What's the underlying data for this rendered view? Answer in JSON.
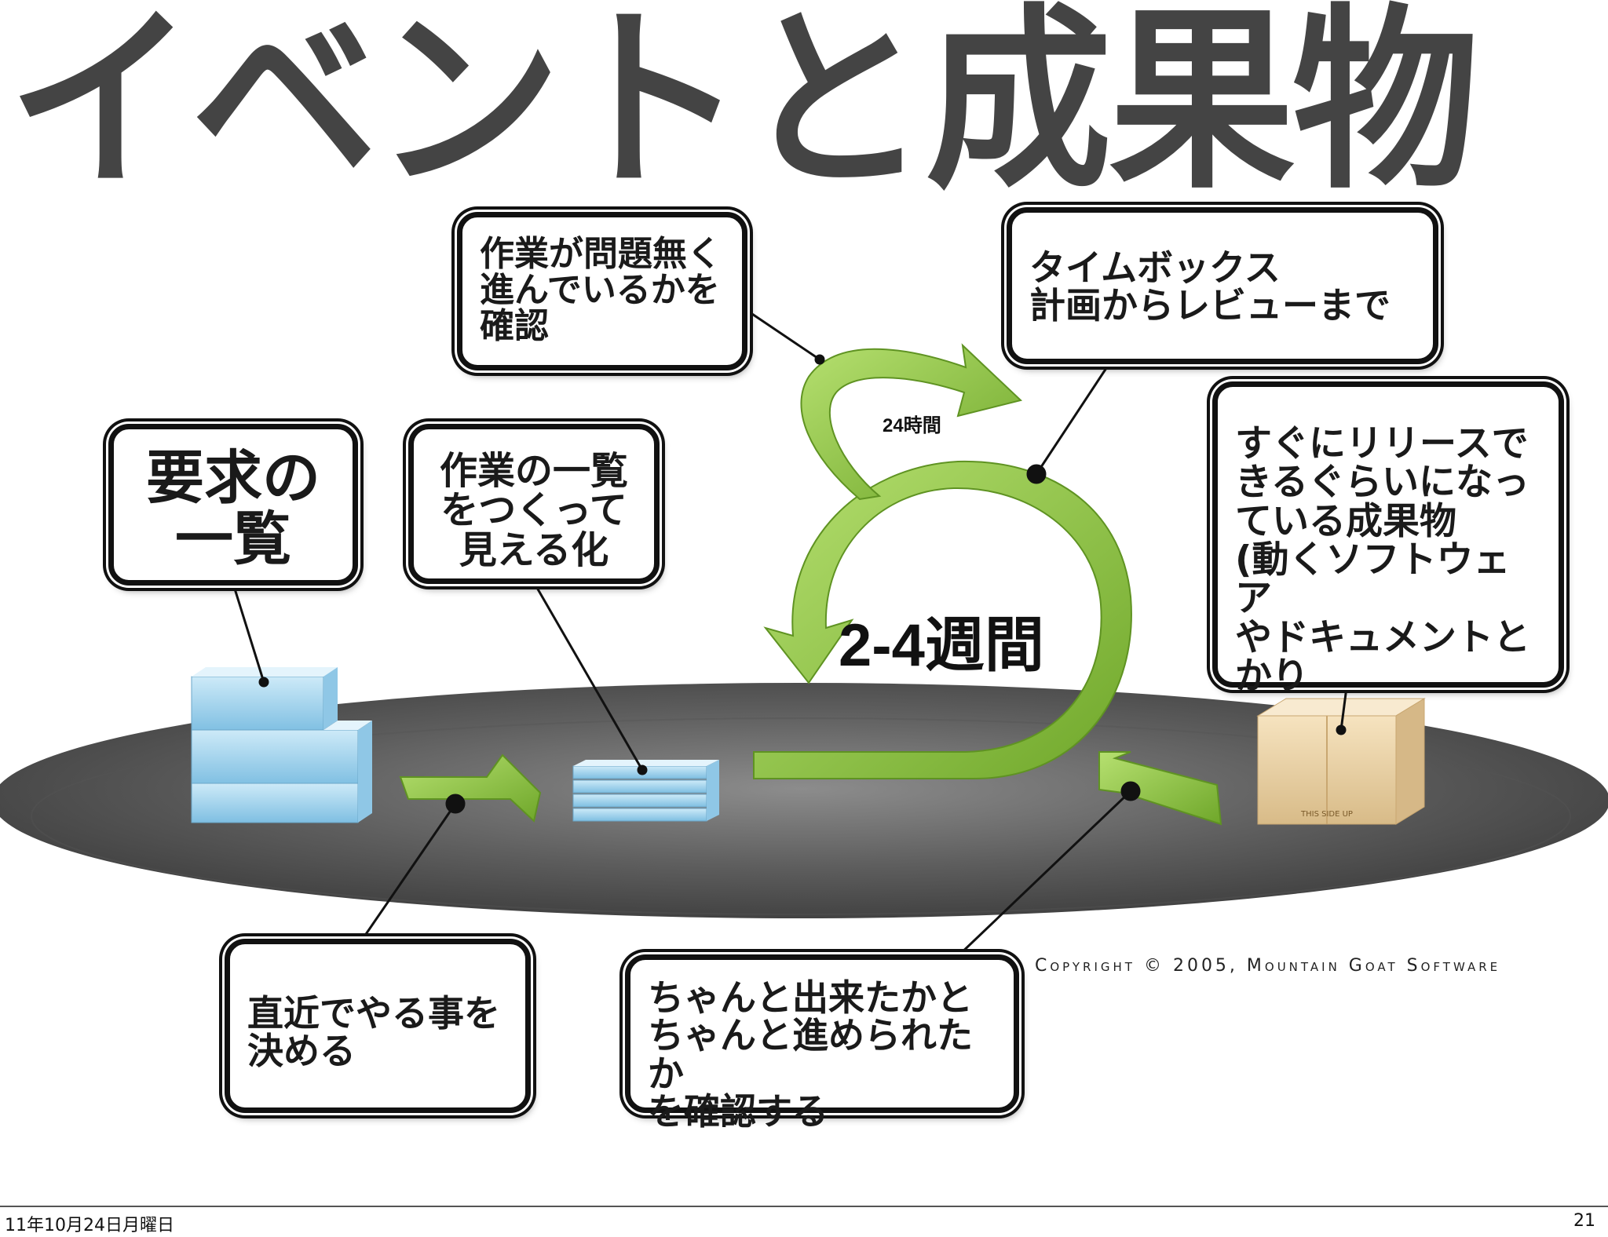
{
  "slide": {
    "title": "イベントと成果物",
    "copyright": "Copyright © 2005, Mountain Goat Software",
    "footer_date": "11年10月24日月曜日",
    "page_number": "21"
  },
  "diagram": {
    "daily_cycle_label": "24時間",
    "sprint_cycle_label": "2-4週間",
    "box_label": "THIS SIDE UP",
    "accent_green": "#8dc63f",
    "backlog_blue": "#9fd3ee",
    "platform_gray": "#4a4a4a"
  },
  "callouts": {
    "product_backlog": "要求の\n一覧",
    "sprint_backlog": "作業の一覧\nをつくって\n見える化",
    "daily_scrum": "作業が問題無く\n進んでいるかを\n確認",
    "sprint": "タイムボックス\n計画からレビューまで",
    "increment": "すぐにリリースで\nきるぐらいになっ\nている成果物\n(動くソフトウェア\nやドキュメントと\nかり",
    "sprint_planning": "直近でやる事を\n決める",
    "review_retrospective": "ちゃんと出来たかと\nちゃんと進められたか\nを確認する"
  }
}
